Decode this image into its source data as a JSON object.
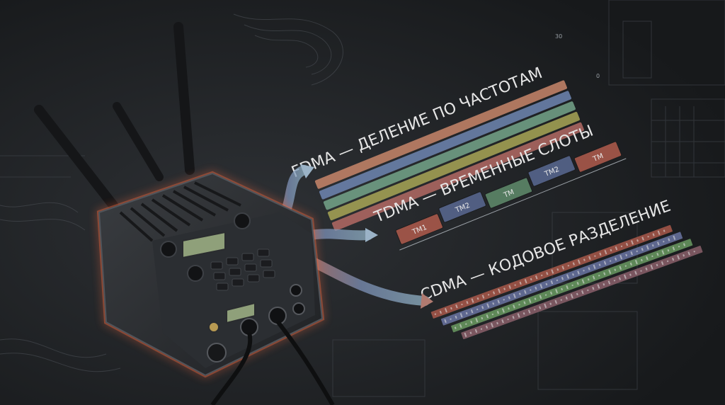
{
  "fdma": {
    "title": "FDMA — ДЕЛЕНИЕ ПО ЧАСТОТАМ",
    "axis_top": "30",
    "axis_bottom": "0",
    "band_colors": [
      "#c8866a",
      "#6f86b2",
      "#74a48a",
      "#a8a656",
      "#b36a64"
    ]
  },
  "tdma": {
    "title": "TDMA — ВРЕМЕННЫЕ СЛОТЫ",
    "slots": [
      {
        "label": "TM1",
        "color": "#a8584a"
      },
      {
        "label": "TM2",
        "color": "#56658c"
      },
      {
        "label": "TM",
        "color": "#5c8668"
      },
      {
        "label": "TM2",
        "color": "#56658c"
      },
      {
        "label": "TM",
        "color": "#a8584a"
      }
    ]
  },
  "cdma": {
    "title": "CDMA — КОДОВОЕ РАЗДЕЛЕНИЕ",
    "stream_colors": [
      "#a8584a",
      "#6a74a2",
      "#6a9a62",
      "#8a5f6a"
    ]
  },
  "radio": {
    "display_main": "",
    "display_lower": ""
  }
}
